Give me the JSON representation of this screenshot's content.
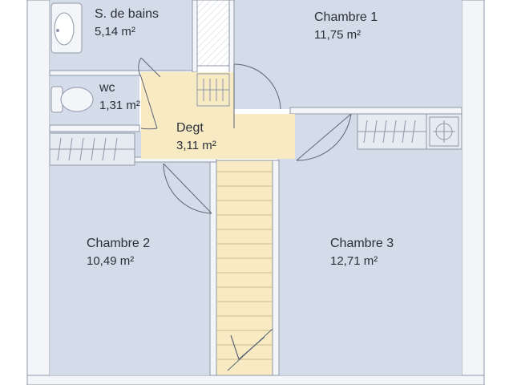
{
  "colors": {
    "room_fill": "#d4dce9",
    "wall_fill": "#f3f5f8",
    "wall_stroke": "#8d97a8",
    "circulation_fill": "#f8ebc3",
    "line": "#5d6675"
  },
  "rooms": {
    "bath": {
      "name": "S. de bains",
      "area": "5,14 m²"
    },
    "bedroom1": {
      "name": "Chambre 1",
      "area": "11,75 m²"
    },
    "wc": {
      "name": "wc",
      "area": "1,31 m²"
    },
    "hall": {
      "name": "Degt",
      "area": "3,11 m²"
    },
    "bedroom2": {
      "name": "Chambre 2",
      "area": "10,49 m²"
    },
    "bedroom3": {
      "name": "Chambre 3",
      "area": "12,71 m²"
    }
  }
}
